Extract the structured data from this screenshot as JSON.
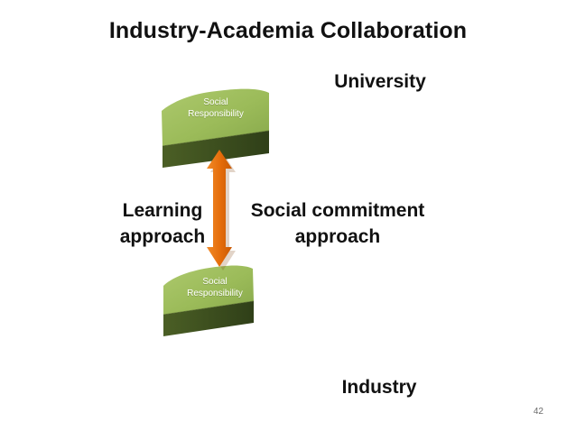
{
  "slide": {
    "title": "Industry-Academia Collaboration",
    "labels": {
      "university": "University",
      "industry": "Industry",
      "learning_line1": "Learning",
      "learning_line2": "approach",
      "social_line1": "Social commitment",
      "social_line2": "approach"
    },
    "shapes": {
      "top_line1": "Social",
      "top_line2": "Responsibility",
      "bottom_line1": "Social",
      "bottom_line2": "Responsibility"
    },
    "page_number": "42"
  },
  "colors": {
    "shape_face": "#9bbb59",
    "shape_side": "#4f6228",
    "arrow": "#e46c0a",
    "text": "#111111"
  }
}
